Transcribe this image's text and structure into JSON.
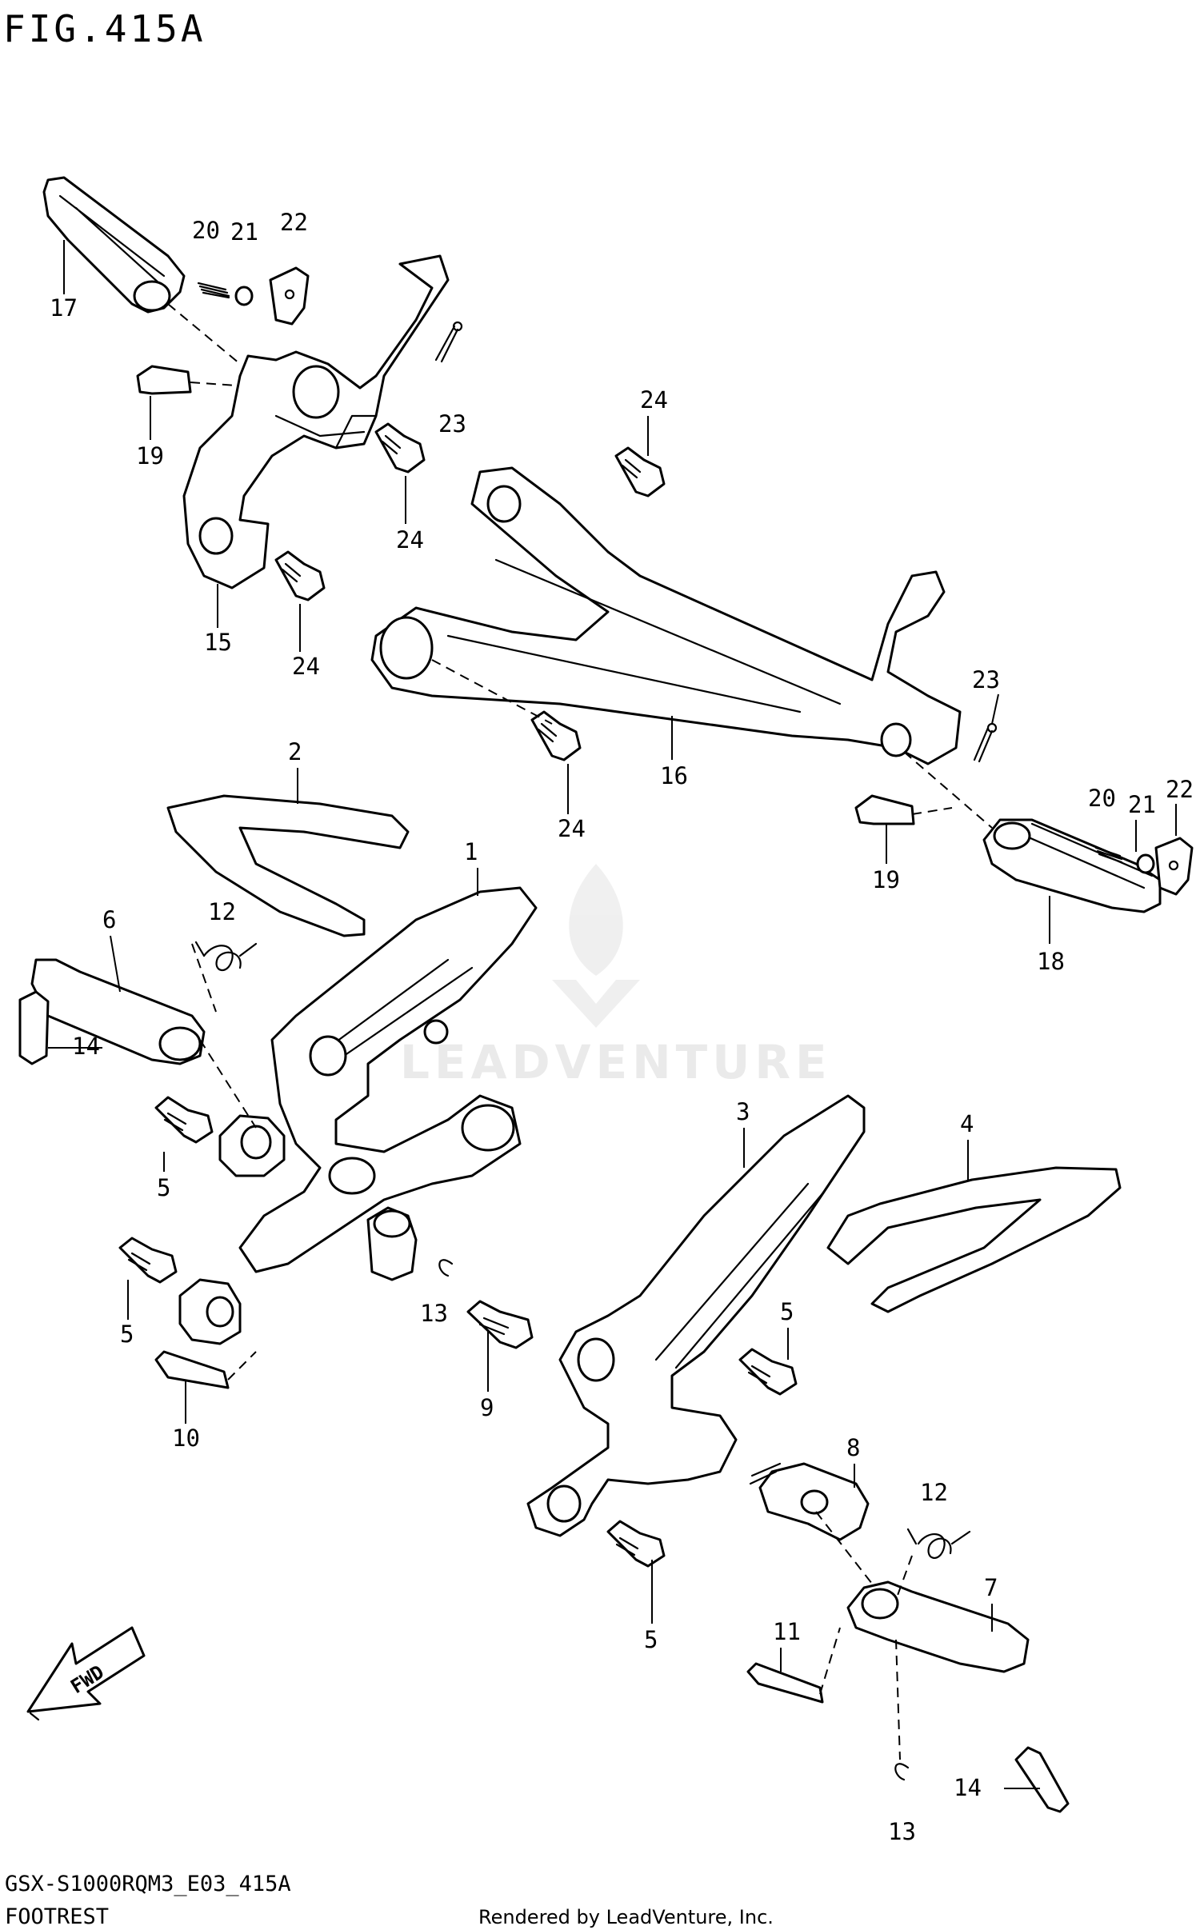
{
  "figure": {
    "title": "FIG.415A"
  },
  "watermark": {
    "text": "LEADVENTURE"
  },
  "footer": {
    "code": "GSX-S1000RQM3_E03_415A",
    "section": "FOOTREST",
    "credit": "Rendered by LeadVenture, Inc."
  },
  "direction_badge": {
    "text": "FWD"
  },
  "callouts": [
    "1",
    "2",
    "3",
    "4",
    "5",
    "5",
    "5",
    "5",
    "6",
    "7",
    "8",
    "9",
    "10",
    "11",
    "12",
    "12",
    "13",
    "13",
    "14",
    "14",
    "15",
    "16",
    "17",
    "18",
    "19",
    "19",
    "20",
    "20",
    "21",
    "21",
    "22",
    "22",
    "23",
    "23",
    "24",
    "24",
    "24",
    "24"
  ]
}
